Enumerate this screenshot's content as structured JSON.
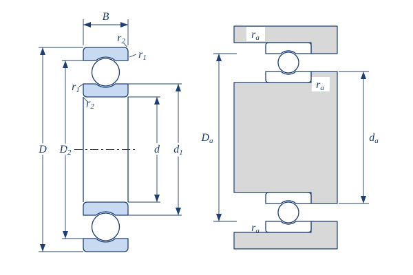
{
  "figure": {
    "kind": "bearing-cross-section-diagram"
  },
  "colors": {
    "line": "#1d3f72",
    "bearing_fill": "#c7daf2",
    "metal_fill": "#d8d8d8",
    "background": "#ffffff"
  },
  "left_view": {
    "labels": {
      "width": {
        "base": "B",
        "sub": ""
      },
      "outer_diameter": {
        "base": "D",
        "sub": ""
      },
      "outer_shoulder_diameter": {
        "base": "D",
        "sub": "2"
      },
      "bore_diameter": {
        "base": "d",
        "sub": ""
      },
      "inner_shoulder_diameter": {
        "base": "d",
        "sub": "1"
      },
      "chamfer_r1": {
        "base": "r",
        "sub": "1"
      },
      "chamfer_r2": {
        "base": "r",
        "sub": "2"
      }
    }
  },
  "right_view": {
    "labels": {
      "housing_abutment_diameter": {
        "base": "D",
        "sub": "a"
      },
      "shaft_abutment_diameter": {
        "base": "d",
        "sub": "a"
      },
      "fillet_radius": {
        "base": "r",
        "sub": "a"
      }
    }
  }
}
